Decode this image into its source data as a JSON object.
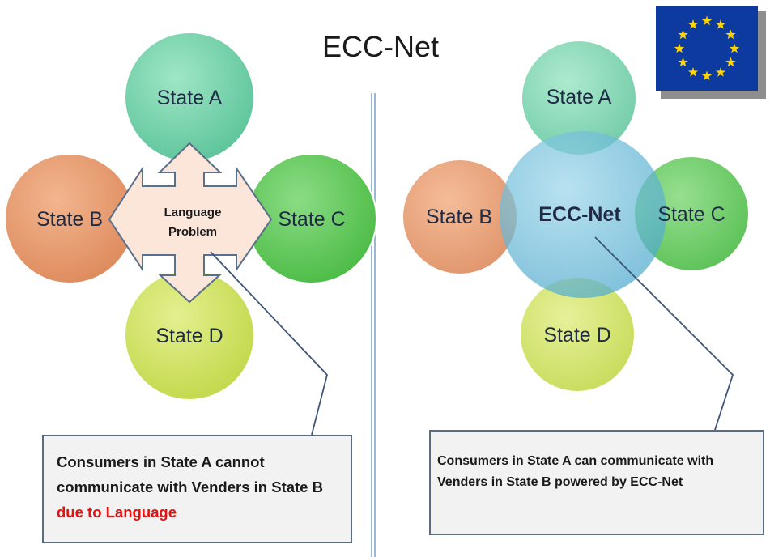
{
  "title": "ECC-Net",
  "colors": {
    "state_a": "#70d1a8",
    "state_b": "#e4956a",
    "state_c": "#5ec858",
    "state_d": "#cfe05a",
    "ecc_hub": "#5fb6d6",
    "arrow_fill": "#fbe6d9",
    "divider": "#7aa0c4",
    "callout_highlight": "#e8100f",
    "flag_blue": "#0c3a9e",
    "flag_stars": "#ffd400"
  },
  "left_panel": {
    "states": {
      "a": "State A",
      "b": "State B",
      "c": "State C",
      "d": "State D"
    },
    "center_label_line1": "Language",
    "center_label_line2": "Problem",
    "callout": {
      "part1": "Consumers in State A cannot communicate with Venders  in State B ",
      "highlight": "due to Language"
    }
  },
  "right_panel": {
    "states": {
      "a": "State A",
      "b": "State B",
      "c": "State C",
      "d": "State D"
    },
    "hub_label": "ECC-Net",
    "callout": {
      "text": "Consumers in State A can communicate with Venders  in State B powered by ECC-Net"
    }
  },
  "flag": {
    "icon": "eu-flag-icon"
  }
}
